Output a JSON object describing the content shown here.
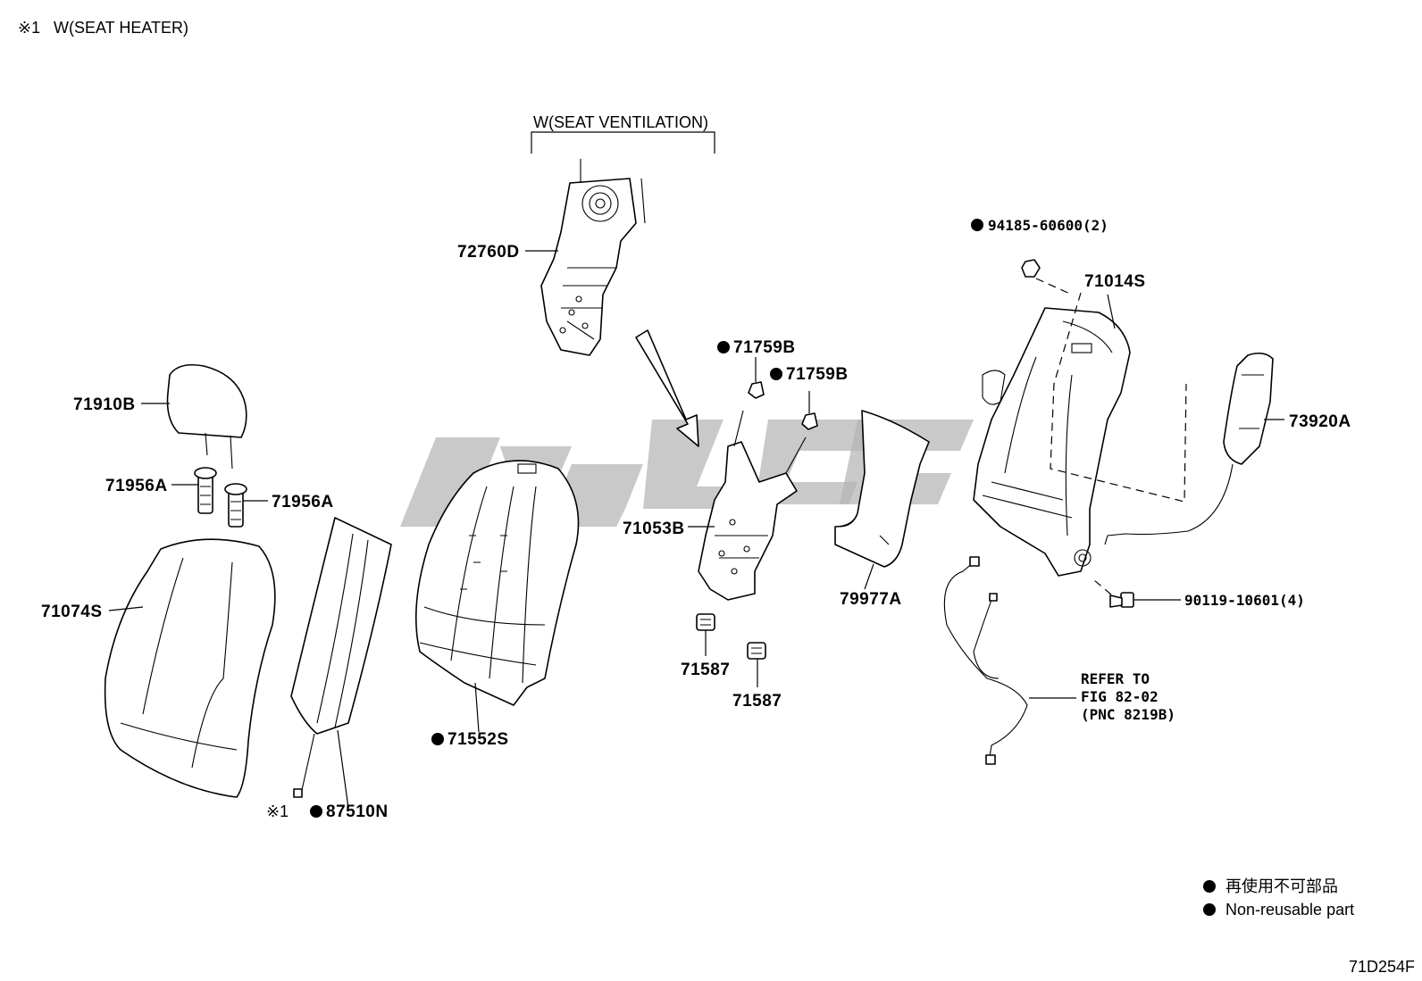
{
  "header": {
    "note_mark": "※1",
    "note_text": "W(SEAT HEATER)"
  },
  "ventilation_bracket": {
    "label": "W(SEAT VENTILATION)"
  },
  "parts": {
    "p72760D": "72760D",
    "p71910B": "71910B",
    "p71956A_left": "71956A",
    "p71956A_right": "71956A",
    "p71074S": "71074S",
    "p87510N_mark": "※1",
    "p87510N": "87510N",
    "p71552S": "71552S",
    "p71759B_top": "71759B",
    "p71759B_right": "71759B",
    "p71053B": "71053B",
    "p71587_left": "71587",
    "p71587_right": "71587",
    "p79977A": "79977A",
    "p94185": "94185-60600(2)",
    "p71014S": "71014S",
    "p73920A": "73920A",
    "p90119": "90119-10601(4)"
  },
  "refer_note": {
    "line1": "REFER TO",
    "line2": "FIG 82-02",
    "line3": "(PNC 8219B)"
  },
  "legend": {
    "line_jp": "再使用不可部品",
    "line_en": "Non-reusable part"
  },
  "figure_id": "71D254F",
  "colors": {
    "line": "#000000",
    "watermark": "#b4b4b4",
    "background": "#ffffff"
  }
}
